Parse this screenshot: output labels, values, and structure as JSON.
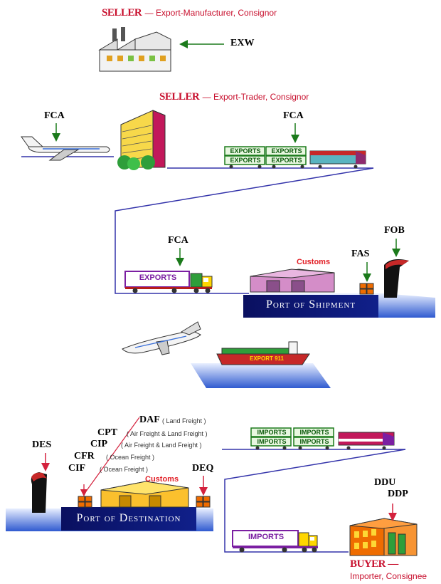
{
  "seller1": {
    "role": "SELLER",
    "desc": "— Export-Manufacturer, Consignor"
  },
  "seller2": {
    "role": "SELLER",
    "desc": "— Export-Trader, Consignor"
  },
  "buyer": {
    "role": "BUYER —",
    "desc": "Importer, Consignee"
  },
  "terms": {
    "exw": "EXW",
    "fca_air": "FCA",
    "fca_rail": "FCA",
    "fca_truck": "FCA",
    "fas": "FAS",
    "fob": "FOB",
    "daf": "DAF",
    "cpt": "CPT",
    "cip": "CIP",
    "cfr": "CFR",
    "cif": "CIF",
    "des": "DES",
    "deq": "DEQ",
    "ddu": "DDU",
    "ddp": "DDP"
  },
  "notes": {
    "daf": "( Land Freight )",
    "cpt": "( Air Freight & Land Freight )",
    "cip": "( Air Freight & Land Freight )",
    "cfr": "( Ocean Freight )",
    "cif": "( Ocean Freight )"
  },
  "containers": {
    "exports": "EXPORTS",
    "imports": "IMPORTS",
    "ship": "EXPORT 911"
  },
  "ports": {
    "shipment": "Port of Shipment",
    "destination": "Port of Destination"
  },
  "customs": {
    "shipment": "Customs",
    "destination": "Customs"
  },
  "colors": {
    "role_red": "#c8102e",
    "arrow_green": "#1b7a1b",
    "arrow_red": "#d4213d",
    "port_navy": "#0a1a6e",
    "sea_blue": "#3f6ad8",
    "line_blue": "#3333aa"
  }
}
